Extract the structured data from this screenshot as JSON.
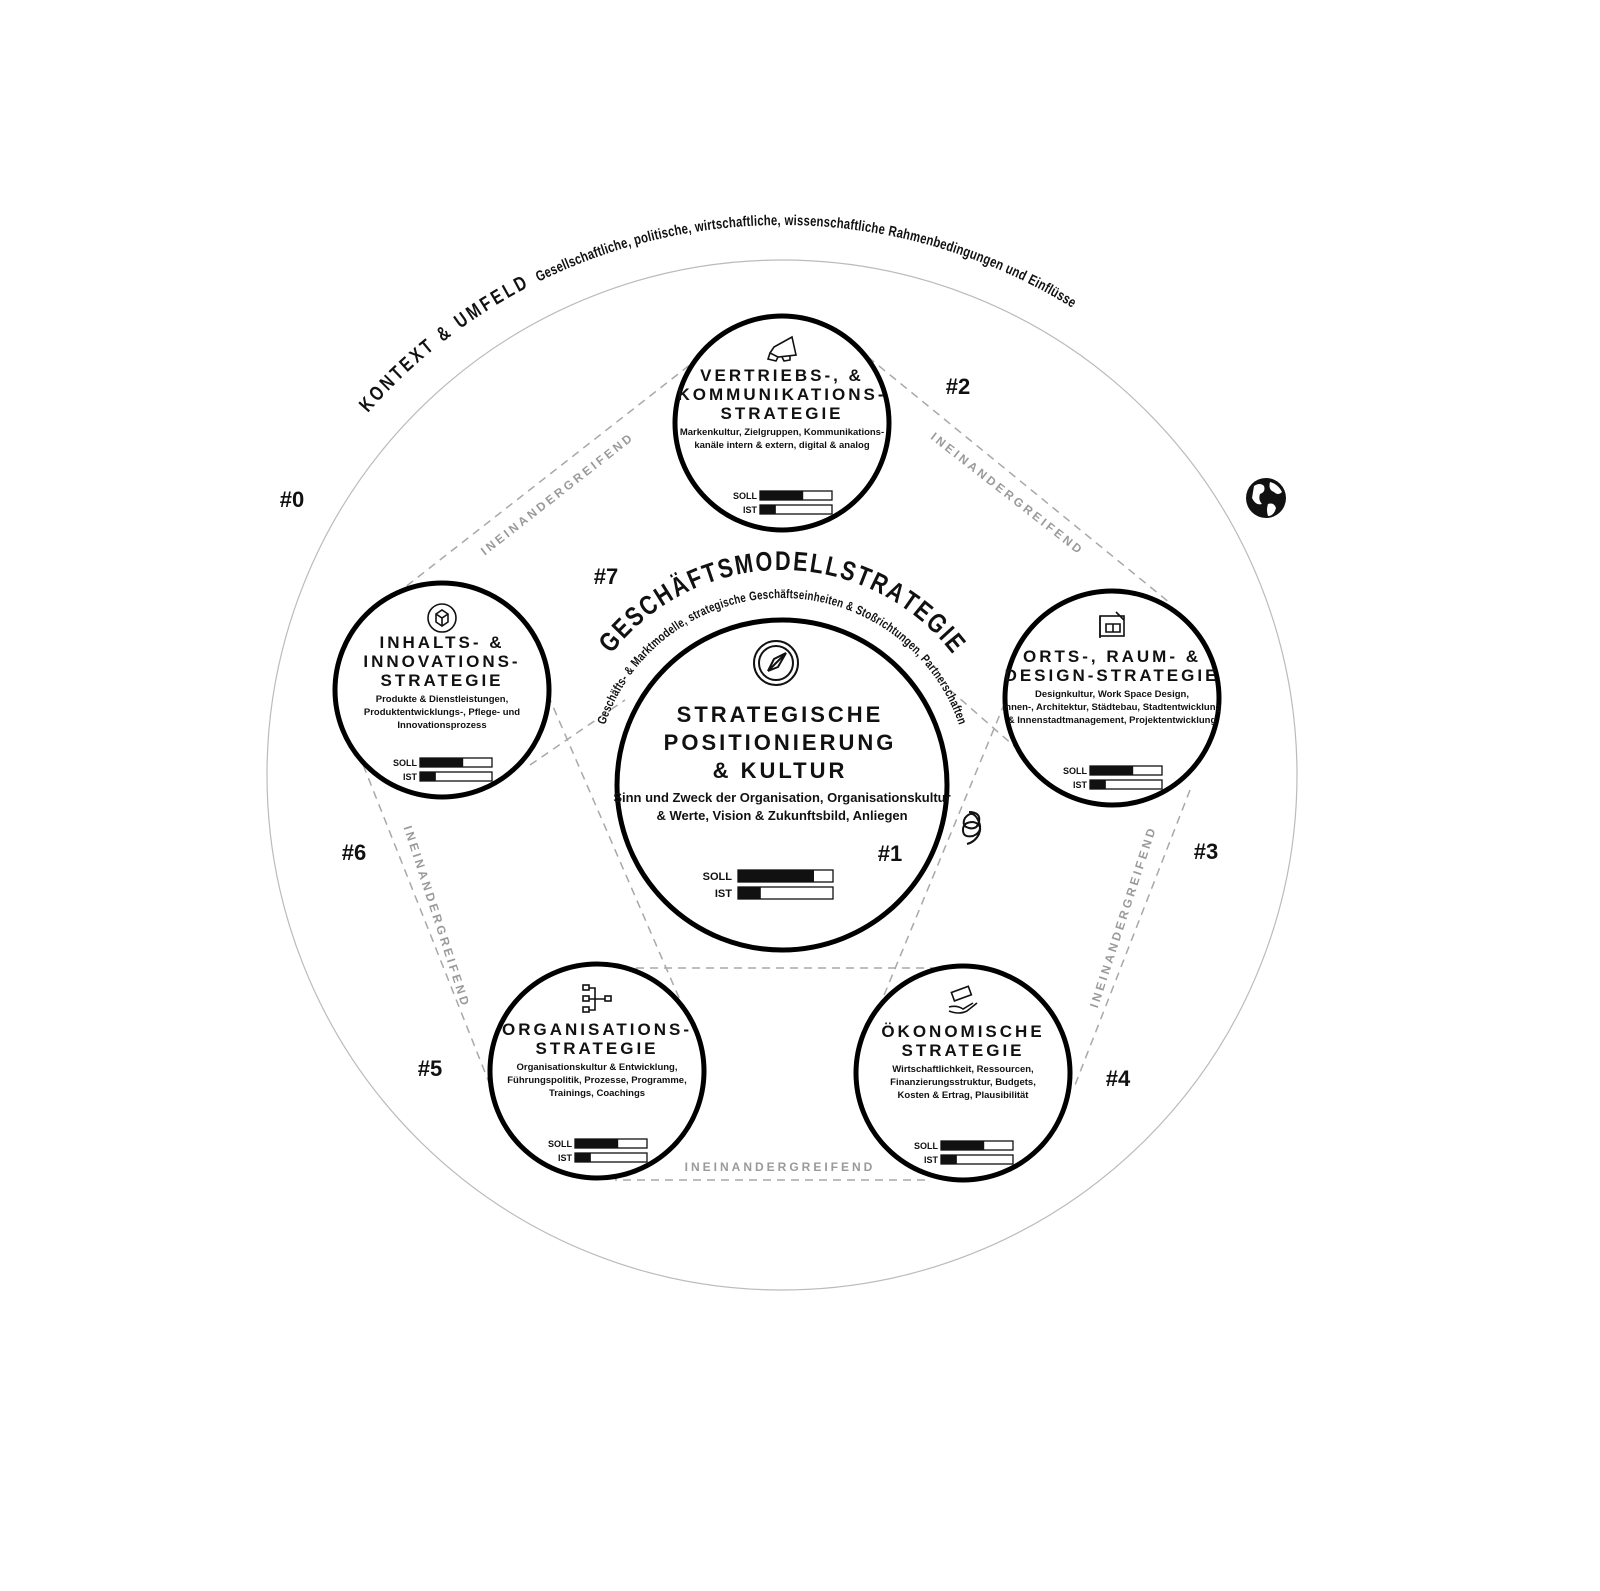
{
  "context": {
    "title": "KONTEXT & UMFELD",
    "subtitle": "Gesellschaftliche, politische, wirtschaftliche, wissenschaftliche Rahmenbedingungen und Einflüsse",
    "number": "#0"
  },
  "business_model": {
    "title": "GESCHÄFTSMODELLSTRATEGIE",
    "subtitle": "Geschäfts- & Marktmodelle, strategische Geschäftseinheiten & Stoßrichtungen, Partnerschaften",
    "number": "#7"
  },
  "connector_label": "INEINANDERGREIFEND",
  "bar_labels": {
    "soll": "SOLL",
    "ist": "IST"
  },
  "center": {
    "number": "#1",
    "title": [
      "STRATEGISCHE",
      "POSITIONIERUNG",
      "& KULTUR"
    ],
    "desc": [
      "Sinn und Zweck der Organisation, Organisationskultur",
      "& Werte, Vision & Zukunftsbild, Anliegen"
    ],
    "icon": "compass-icon",
    "soll": 0.8,
    "ist": 0.24
  },
  "strategies": [
    {
      "number": "#2",
      "icon": "megaphone-icon",
      "title": [
        "VERTRIEBS-, &",
        "KOMMUNIKATIONS-",
        "STRATEGIE"
      ],
      "desc": [
        "Markenkultur, Zielgruppen, Kommunikations-",
        "kanäle intern & extern, digital & analog"
      ],
      "soll": 0.6,
      "ist": 0.22
    },
    {
      "number": "#3",
      "icon": "blueprint-icon",
      "title": [
        "ORTS-, RAUM- &",
        "DESIGN-STRATEGIE"
      ],
      "desc": [
        "Designkultur, Work Space Design,",
        "Innen-, Architektur, Städtebau, Stadtentwicklung",
        "& Innenstadtmanagement, Projektentwicklung"
      ],
      "soll": 0.6,
      "ist": 0.22
    },
    {
      "number": "#4",
      "icon": "money-hand-icon",
      "title": [
        "ÖKONOMISCHE",
        "STRATEGIE"
      ],
      "desc": [
        "Wirtschaftlichkeit, Ressourcen,",
        "Finanzierungsstruktur, Budgets,",
        "Kosten & Ertrag, Plausibilität"
      ],
      "soll": 0.6,
      "ist": 0.22
    },
    {
      "number": "#5",
      "icon": "org-chart-icon",
      "title": [
        "ORGANISATIONS-",
        "STRATEGIE"
      ],
      "desc": [
        "Organisationskultur & Entwicklung,",
        "Führungspolitik, Prozesse, Programme,",
        "Trainings, Coachings"
      ],
      "soll": 0.6,
      "ist": 0.22
    },
    {
      "number": "#6",
      "icon": "innovation-cycle-icon",
      "title": [
        "INHALTS- &",
        "INNOVATIONS-",
        "STRATEGIE"
      ],
      "desc": [
        "Produkte & Dienstleistungen,",
        "Produktentwicklungs-, Pflege- und",
        "Innovationsprozess"
      ],
      "soll": 0.6,
      "ist": 0.22
    }
  ]
}
